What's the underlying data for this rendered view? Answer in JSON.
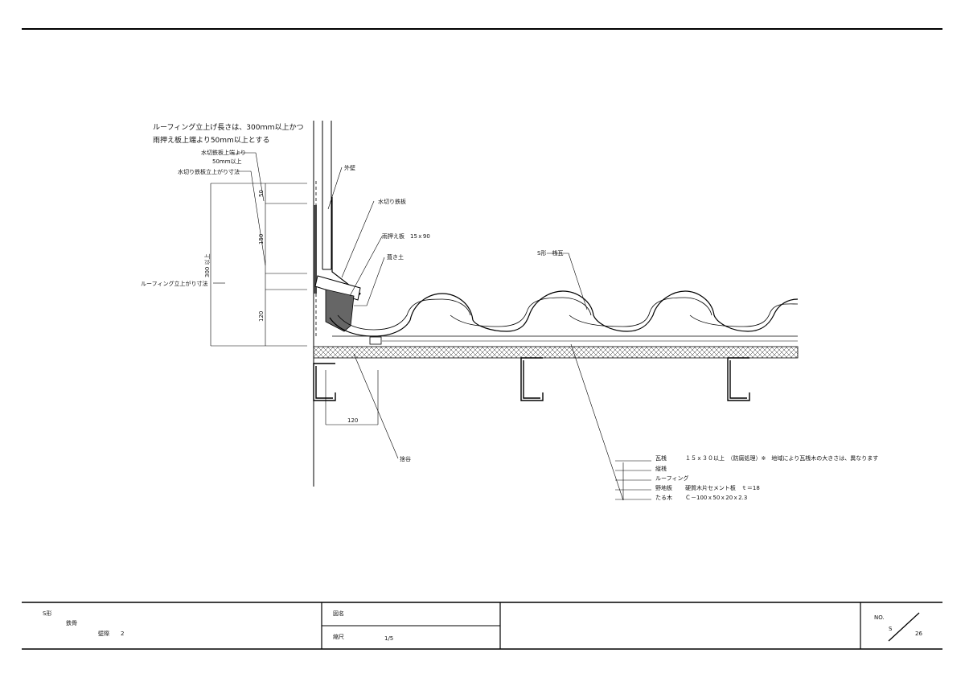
{
  "note": {
    "line1": "ルーフィング立上げ長さは、300ｍｍ以上かつ",
    "line2": "雨押え板上端より50mm以上とする"
  },
  "labels": {
    "kiriteppan_top": "水切鉄板上端より",
    "kiriteppan_top2": "50mm以上",
    "kiriteppan_rise": "水切り鉄板立上がり寸法",
    "roofing_rise": "ルーフィング立上がり寸法",
    "gaiheki": "外壁",
    "mizukiri": "水切り鉄板",
    "amaosae": "雨押え板　15ｘ90",
    "nanbando": "葺き土",
    "s_gawara": "S形　桟瓦",
    "nokiyane": "捨谷"
  },
  "dimensions": {
    "d50": "50",
    "d150": "150",
    "d300": "300 以上",
    "d120v": "120",
    "d120h": "120"
  },
  "legend": [
    {
      "name": "瓦桟",
      "desc": "１５ｘ３０以上　（防腐処理）※　地域により瓦桟木の大きさは、異なります"
    },
    {
      "name": "縦桟",
      "desc": ""
    },
    {
      "name": "ルーフィング",
      "desc": ""
    },
    {
      "name": "野地板",
      "desc": "硬質木片セメント板　ｔ＝18"
    },
    {
      "name": "たる木",
      "desc": "Ｃ－100ｘ50ｘ20ｘ2.3"
    }
  ],
  "title_block": {
    "type": "S形",
    "structure": "鉄骨",
    "part": "壁際",
    "part_no": "2",
    "drawing_name_label": "図名",
    "scale_label": "縮尺",
    "scale_value": "1/5",
    "no_label": "NO.",
    "no_series": "S",
    "no_number": "26"
  }
}
